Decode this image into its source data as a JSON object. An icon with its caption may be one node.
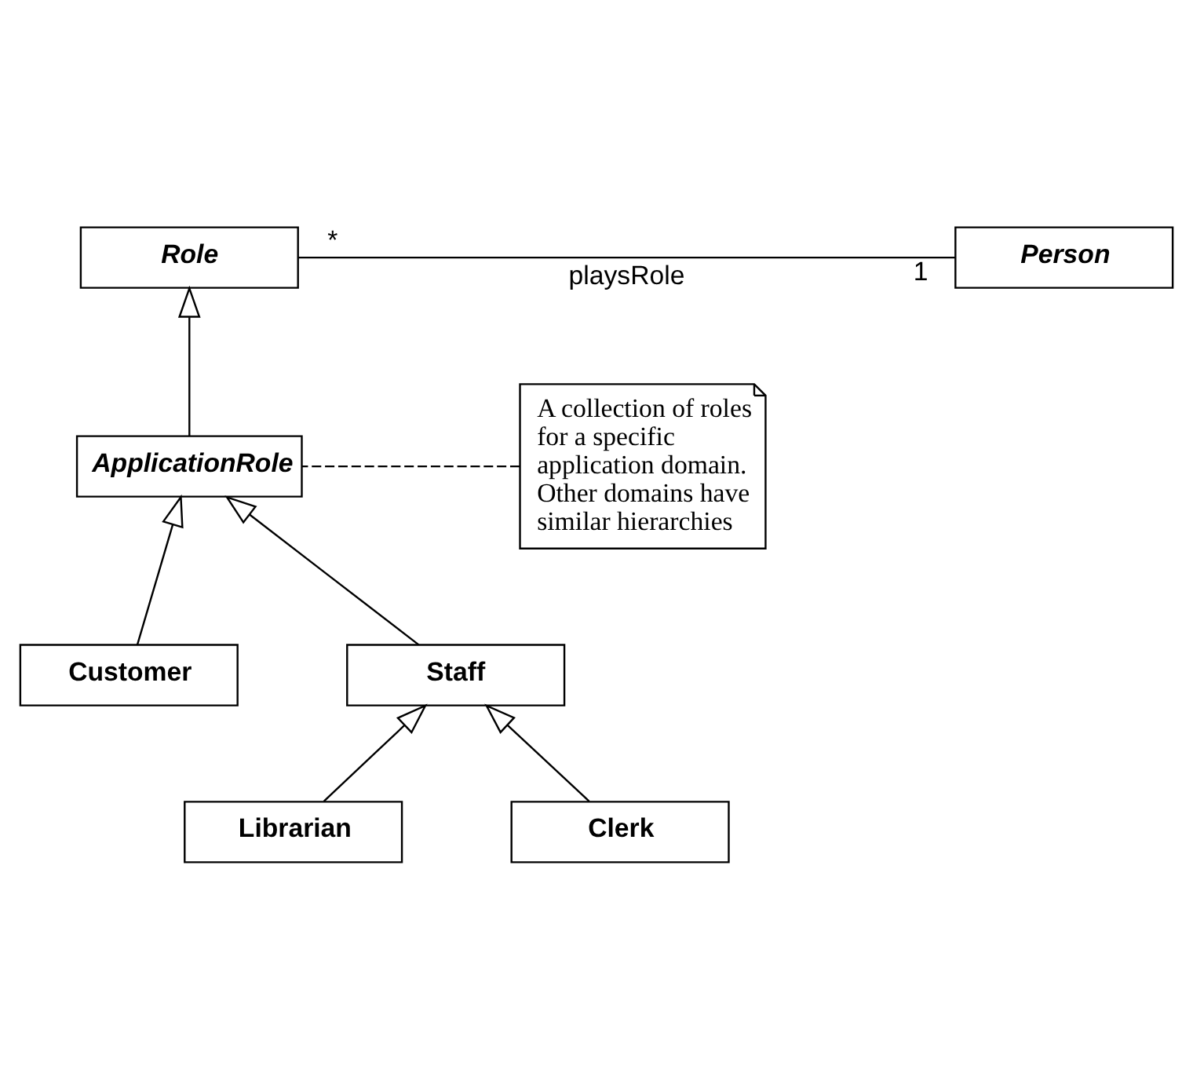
{
  "diagram": {
    "nodes": [
      {
        "text": [
          "Role"
        ]
      },
      {
        "text": [
          "Person"
        ]
      },
      {
        "text": [
          "ApplicationRole"
        ]
      },
      {
        "text": [
          "A collection of roles for a specific application domain. Other domains have similar hierarchies"
        ]
      },
      {
        "text": [
          "Customer"
        ]
      },
      {
        "text": [
          "Staff"
        ]
      },
      {
        "text": [
          "Librarian"
        ]
      },
      {
        "text": [
          "Clerk"
        ]
      }
    ],
    "edges": [
      {
        "from": 0,
        "to": 1,
        "arrow": "none",
        "label": "playsRole"
      },
      {
        "from": 2,
        "to": 0,
        "arrow": "to"
      },
      {
        "from": 3,
        "to": 2,
        "arrow": "none",
        "style": "dashed"
      },
      {
        "from": 4,
        "to": 2,
        "arrow": "to"
      },
      {
        "from": 5,
        "to": 2,
        "arrow": "to"
      },
      {
        "from": 6,
        "to": 5,
        "arrow": "to"
      },
      {
        "from": 7,
        "to": 5,
        "arrow": "to"
      }
    ],
    "labels": [
      "*",
      "1"
    ]
  }
}
